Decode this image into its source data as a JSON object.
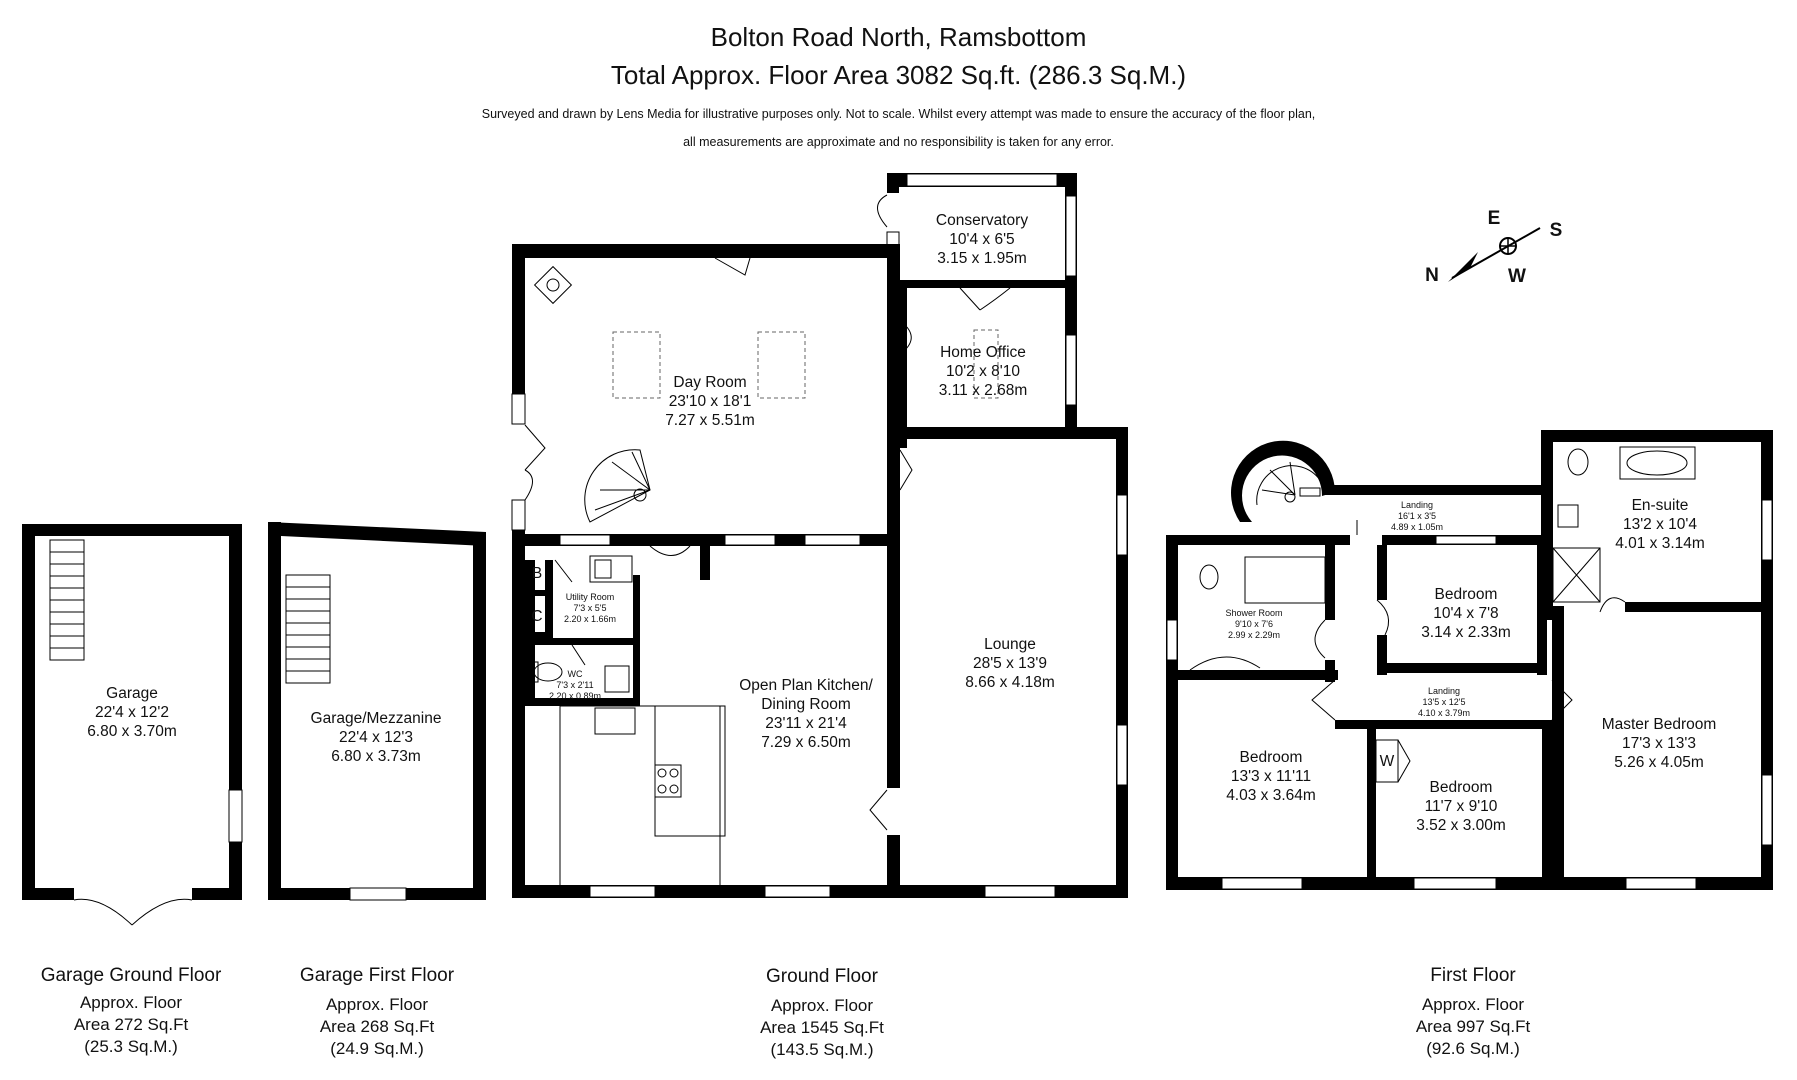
{
  "header": {
    "title_line1": "Bolton Road North, Ramsbottom",
    "title_line2": "Total Approx. Floor Area 3082 Sq.ft. (286.3 Sq.M.)",
    "disclaimer_line1": "Surveyed and drawn by Lens Media for illustrative purposes only. Not to scale. Whilst every attempt was made to ensure the accuracy of the floor plan,",
    "disclaimer_line2": "all measurements are approximate and no responsibility is taken for any error."
  },
  "compass": {
    "n": "N",
    "e": "E",
    "s": "S",
    "w": "W"
  },
  "rooms": {
    "garage": {
      "name": "Garage",
      "imperial": "22'4 x 12'2",
      "metric": "6.80 x 3.70m"
    },
    "garage_mezz": {
      "name": "Garage/Mezzanine",
      "imperial": "22'4 x 12'3",
      "metric": "6.80 x 3.73m"
    },
    "conservatory": {
      "name": "Conservatory",
      "imperial": "10'4 x 6'5",
      "metric": "3.15 x 1.95m"
    },
    "home_office": {
      "name": "Home Office",
      "imperial": "10'2 x 8'10",
      "metric": "3.11 x 2.68m"
    },
    "day_room": {
      "name": "Day Room",
      "imperial": "23'10 x 18'1",
      "metric": "7.27 x 5.51m"
    },
    "utility": {
      "name": "Utility Room",
      "imperial": "7'3 x 5'5",
      "metric": "2.20 x 1.66m"
    },
    "wc": {
      "name": "WC",
      "imperial": "7'3 x 2'11",
      "metric": "2.20 x 0.89m"
    },
    "boiler": {
      "name": "B"
    },
    "cupboard": {
      "name": "C"
    },
    "kitchen": {
      "name_line1": "Open Plan Kitchen/",
      "name_line2": "Dining Room",
      "imperial": "23'11 x 21'4",
      "metric": "7.29 x 6.50m"
    },
    "lounge": {
      "name": "Lounge",
      "imperial": "28'5 x 13'9",
      "metric": "8.66 x 4.18m"
    },
    "landing_top": {
      "name": "Landing",
      "imperial": "16'1 x 3'5",
      "metric": "4.89 x 1.05m"
    },
    "ensuite": {
      "name": "En-suite",
      "imperial": "13'2 x 10'4",
      "metric": "4.01 x 3.14m"
    },
    "shower": {
      "name": "Shower Room",
      "imperial": "9'10 x 7'6",
      "metric": "2.99 x 2.29m"
    },
    "bedroom_small": {
      "name": "Bedroom",
      "imperial": "10'4 x 7'8",
      "metric": "3.14 x 2.33m"
    },
    "landing_mid": {
      "name": "Landing",
      "imperial": "13'5 x 12'5",
      "metric": "4.10 x 3.79m"
    },
    "master": {
      "name": "Master Bedroom",
      "imperial": "17'3 x 13'3",
      "metric": "5.26 x 4.05m"
    },
    "bedroom_left": {
      "name": "Bedroom",
      "imperial": "13'3 x 11'11",
      "metric": "4.03 x 3.64m"
    },
    "bedroom_mid": {
      "name": "Bedroom",
      "imperial": "11'7 x 9'10",
      "metric": "3.52 x 3.00m"
    },
    "wardrobe": {
      "name": "W"
    }
  },
  "floors": [
    {
      "name": "Garage Ground Floor",
      "line1": "Approx. Floor",
      "line2": "Area 272 Sq.Ft",
      "line3": "(25.3 Sq.M.)"
    },
    {
      "name": "Garage First Floor",
      "line1": "Approx. Floor",
      "line2": "Area 268 Sq.Ft",
      "line3": "(24.9 Sq.M.)"
    },
    {
      "name": "Ground Floor",
      "line1": "Approx. Floor",
      "line2": "Area 1545 Sq.Ft",
      "line3": "(143.5 Sq.M.)"
    },
    {
      "name": "First Floor",
      "line1": "Approx. Floor",
      "line2": "Area 997 Sq.Ft",
      "line3": "(92.6 Sq.M.)"
    }
  ]
}
